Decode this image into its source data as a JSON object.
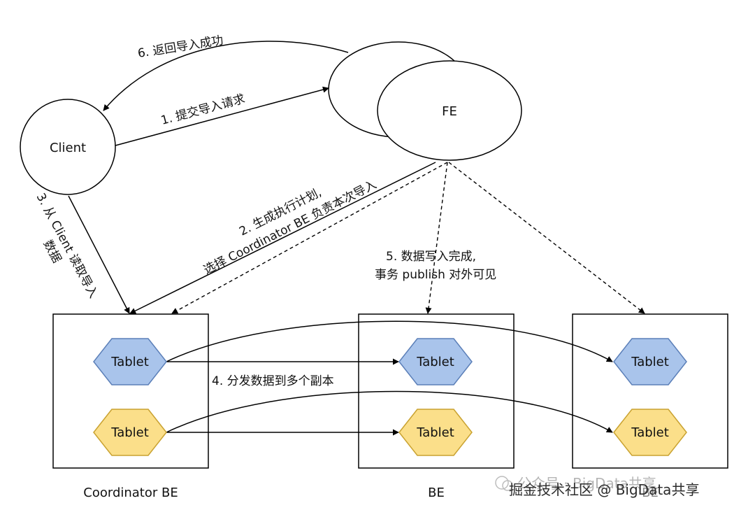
{
  "nodes": {
    "client": "Client",
    "fe": "FE",
    "coordinator_be": "Coordinator  BE",
    "be1": "BE",
    "be2": "BE"
  },
  "tablet_label": "Tablet",
  "edges": {
    "step1": "1. 提交导入请求",
    "step2_line1": "2. 生成执行计划,",
    "step2_line2": "选择 Coordinator BE 负责本次导入",
    "step3_line1": "3. 从 Client 读取导入",
    "step3_line2": "数据",
    "step4": "4. 分发数据到多个副本",
    "step5_line1": "5. 数据写入完成,",
    "step5_line2": "事务 publish 对外可见",
    "step6": "6. 返回导入成功"
  },
  "watermark": "公众号 · BigData共享",
  "watermark2": "掘金技术社区 @ BigData共享",
  "colors": {
    "tablet_blue": "#a9c4eb",
    "tablet_blue_border": "#5b7fb8",
    "tablet_yellow": "#fbdf8a",
    "tablet_yellow_border": "#c9a230",
    "stroke": "#000000"
  }
}
